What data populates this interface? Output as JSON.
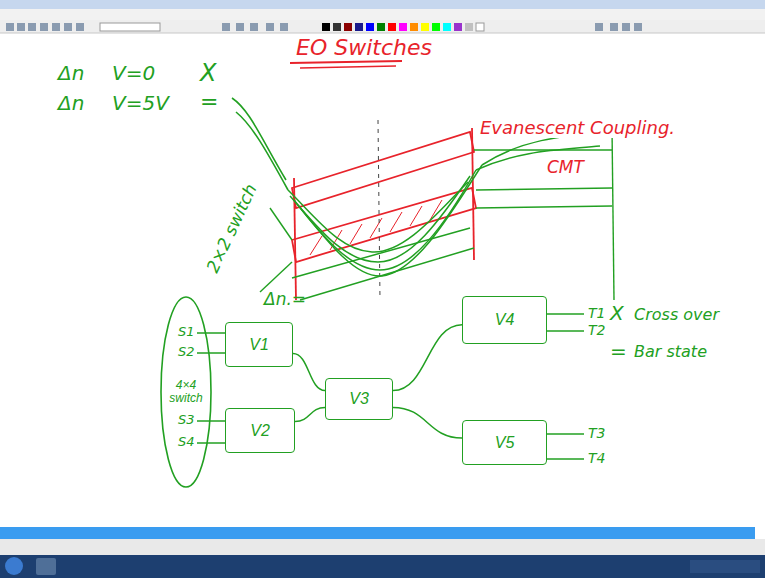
{
  "diagram": {
    "title": "EO Switches",
    "nodes": [
      {
        "text": [
          "4×4 switch"
        ]
      },
      {
        "text": [
          "V1"
        ]
      },
      {
        "text": [
          "V2"
        ]
      },
      {
        "text": [
          "V3"
        ]
      },
      {
        "text": [
          "V4"
        ]
      },
      {
        "text": [
          "V5"
        ]
      }
    ],
    "edges": [
      {
        "from": 1,
        "to": 3,
        "arrow": "none"
      },
      {
        "from": 2,
        "to": 3,
        "arrow": "none"
      },
      {
        "from": 3,
        "to": 4,
        "arrow": "none"
      },
      {
        "from": 3,
        "to": 5,
        "arrow": "none"
      }
    ],
    "labels": [
      "Δn",
      "V=0",
      "X",
      "Δn",
      "V=5V",
      "=",
      "Evanescent Coupling.",
      "CMT",
      "2×2 switch",
      "Δn.=",
      "S1",
      "S2",
      "S3",
      "S4",
      "T1",
      "T2",
      "T3",
      "T4",
      "X",
      "Cross over",
      "=",
      "Bar state"
    ]
  }
}
